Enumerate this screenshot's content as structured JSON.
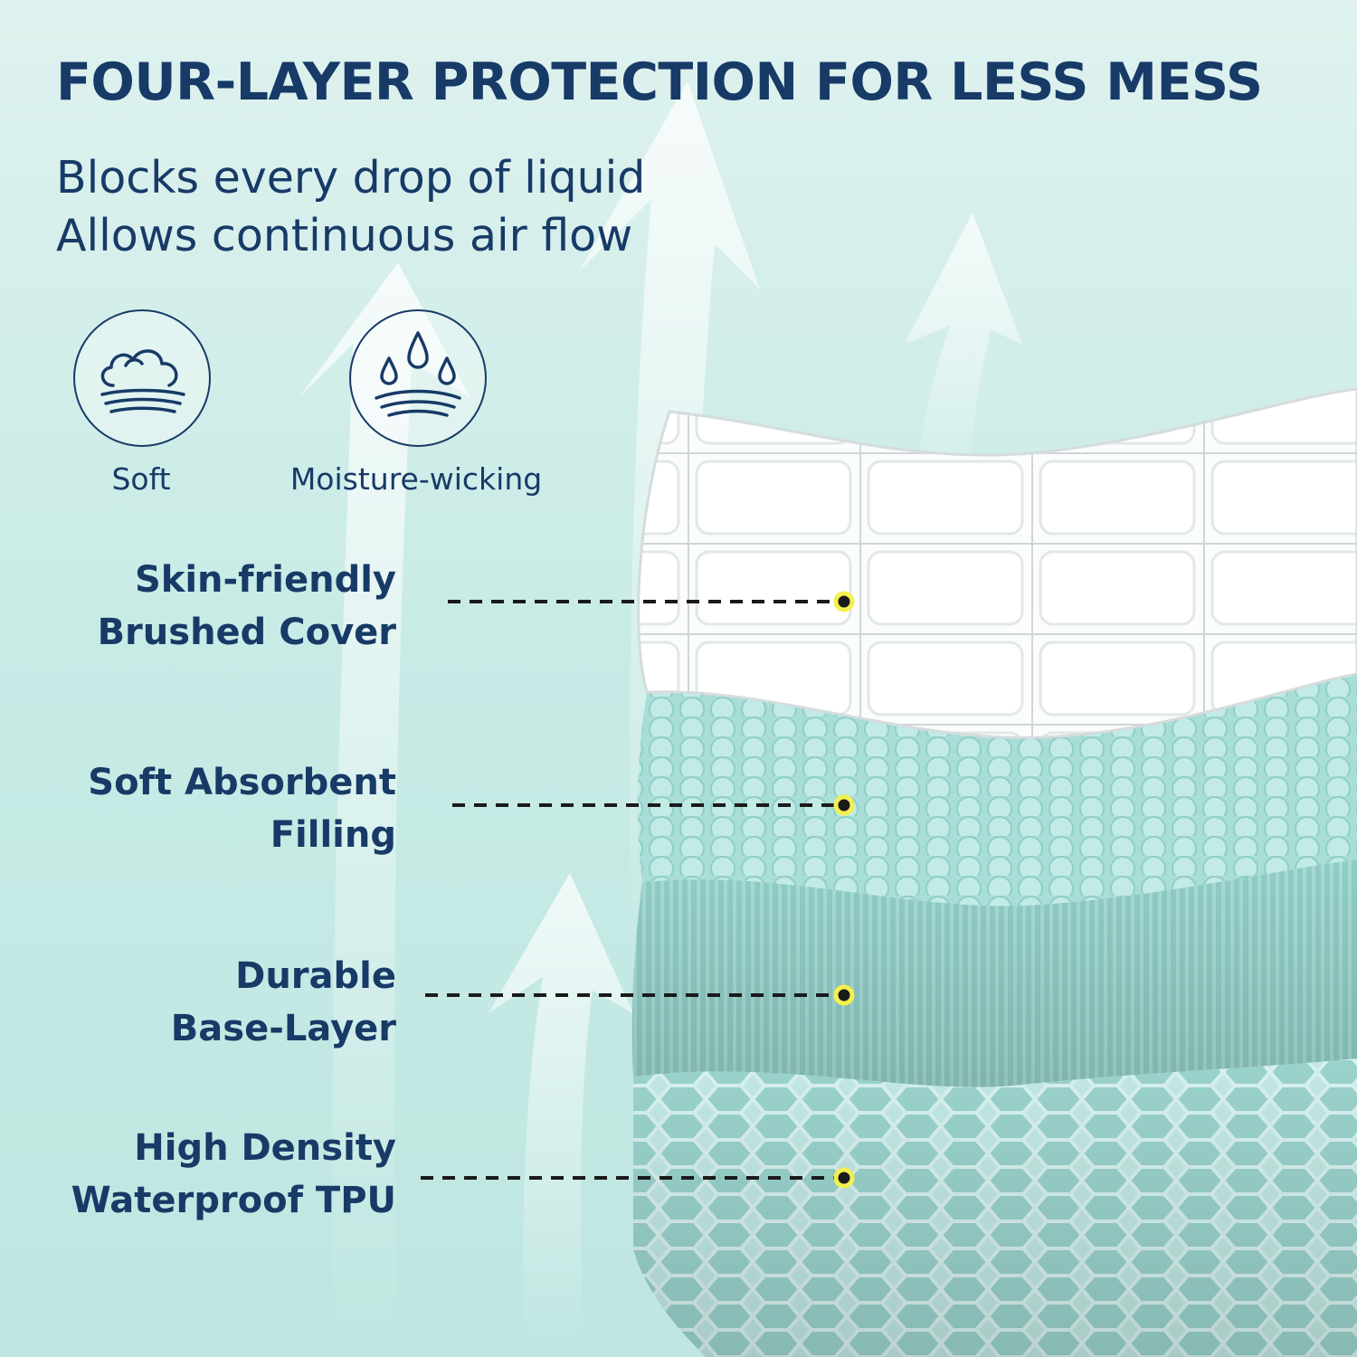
{
  "headline": "FOUR-LAYER PROTECTION FOR LESS MESS",
  "subheadlines": [
    "Blocks every drop of liquid",
    "Allows continuous air flow"
  ],
  "features": [
    {
      "icon": "cloud-soft-icon",
      "label": "Soft"
    },
    {
      "icon": "water-drops-icon",
      "label": "Moisture-wicking"
    }
  ],
  "layers": [
    {
      "line1": "Skin-friendly",
      "line2": "Brushed Cover"
    },
    {
      "line1": "Soft Absorbent",
      "line2": "Filling"
    },
    {
      "line1": "Durable",
      "line2": "Base-Layer"
    },
    {
      "line1": "High Density",
      "line2": "Waterproof TPU"
    }
  ],
  "colors": {
    "text": "#173a67",
    "background": "#c9ebe6",
    "marker_dot": "#f3ef4f",
    "cover_layer": "#ffffff",
    "filling_layer": "#a9ddd7",
    "base_layer": "#8fcdc6",
    "tpu_layer": "#7fc3bc"
  }
}
